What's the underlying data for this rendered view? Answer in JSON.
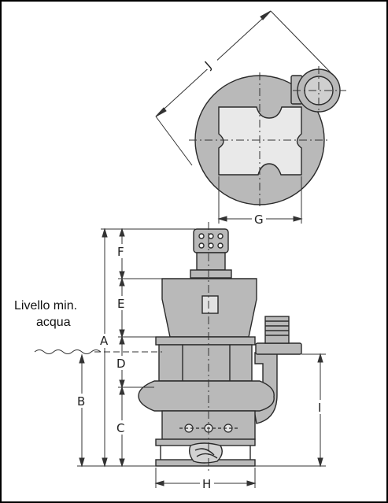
{
  "diagram": {
    "water_level_label_line1": "Livello min.",
    "water_level_label_line2": "acqua",
    "dimension_labels": {
      "A": "A",
      "B": "B",
      "C": "C",
      "D": "D",
      "E": "E",
      "F": "F",
      "G": "G",
      "H": "H",
      "I": "I",
      "J": "J"
    },
    "colors": {
      "body_fill": "#b9b9b9",
      "line": "#2a2a2a",
      "frame": "#000000",
      "background": "#ffffff"
    }
  }
}
